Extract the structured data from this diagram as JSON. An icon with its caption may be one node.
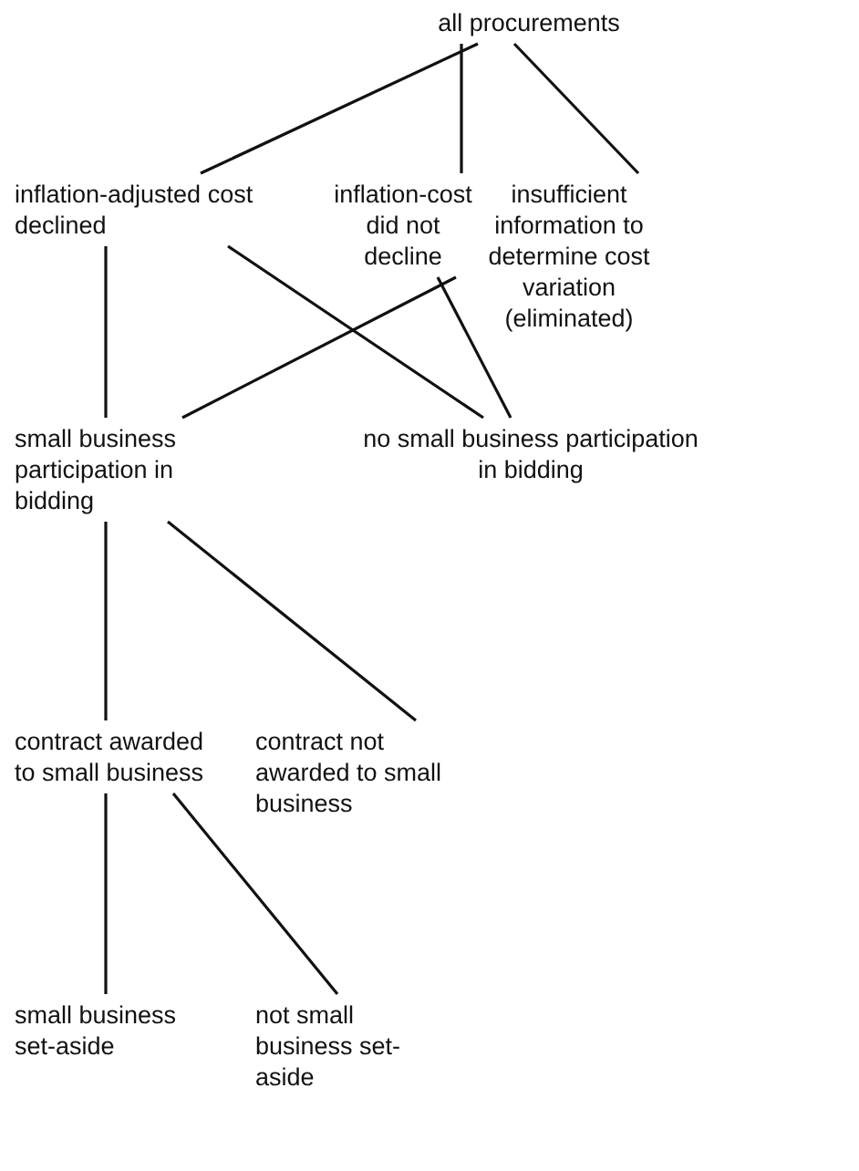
{
  "diagram": {
    "nodes": [
      {
        "text": [
          "all procurements"
        ]
      },
      {
        "text": [
          "inflation-adjusted cost declined"
        ]
      },
      {
        "text": [
          "inflation-cost did not decline"
        ]
      },
      {
        "text": [
          "insufficient information to determine cost variation (eliminated)"
        ]
      },
      {
        "text": [
          "small business participation in bidding"
        ]
      },
      {
        "text": [
          "no small business participation in bidding"
        ]
      },
      {
        "text": [
          "contract awarded to small business"
        ]
      },
      {
        "text": [
          "contract not awarded to small business"
        ]
      },
      {
        "text": [
          "small business set-aside"
        ]
      },
      {
        "text": [
          "not small business set-aside"
        ]
      }
    ],
    "edges": [
      {
        "from": 0,
        "to": 1,
        "arrow": "none"
      },
      {
        "from": 0,
        "to": 2,
        "arrow": "none"
      },
      {
        "from": 0,
        "to": 3,
        "arrow": "none"
      },
      {
        "from": 1,
        "to": 4,
        "arrow": "none"
      },
      {
        "from": 1,
        "to": 5,
        "arrow": "none"
      },
      {
        "from": 2,
        "to": 4,
        "arrow": "none"
      },
      {
        "from": 2,
        "to": 5,
        "arrow": "none"
      },
      {
        "from": 4,
        "to": 6,
        "arrow": "none"
      },
      {
        "from": 4,
        "to": 7,
        "arrow": "none"
      },
      {
        "from": 6,
        "to": 8,
        "arrow": "none"
      },
      {
        "from": 6,
        "to": 9,
        "arrow": "none"
      }
    ]
  }
}
